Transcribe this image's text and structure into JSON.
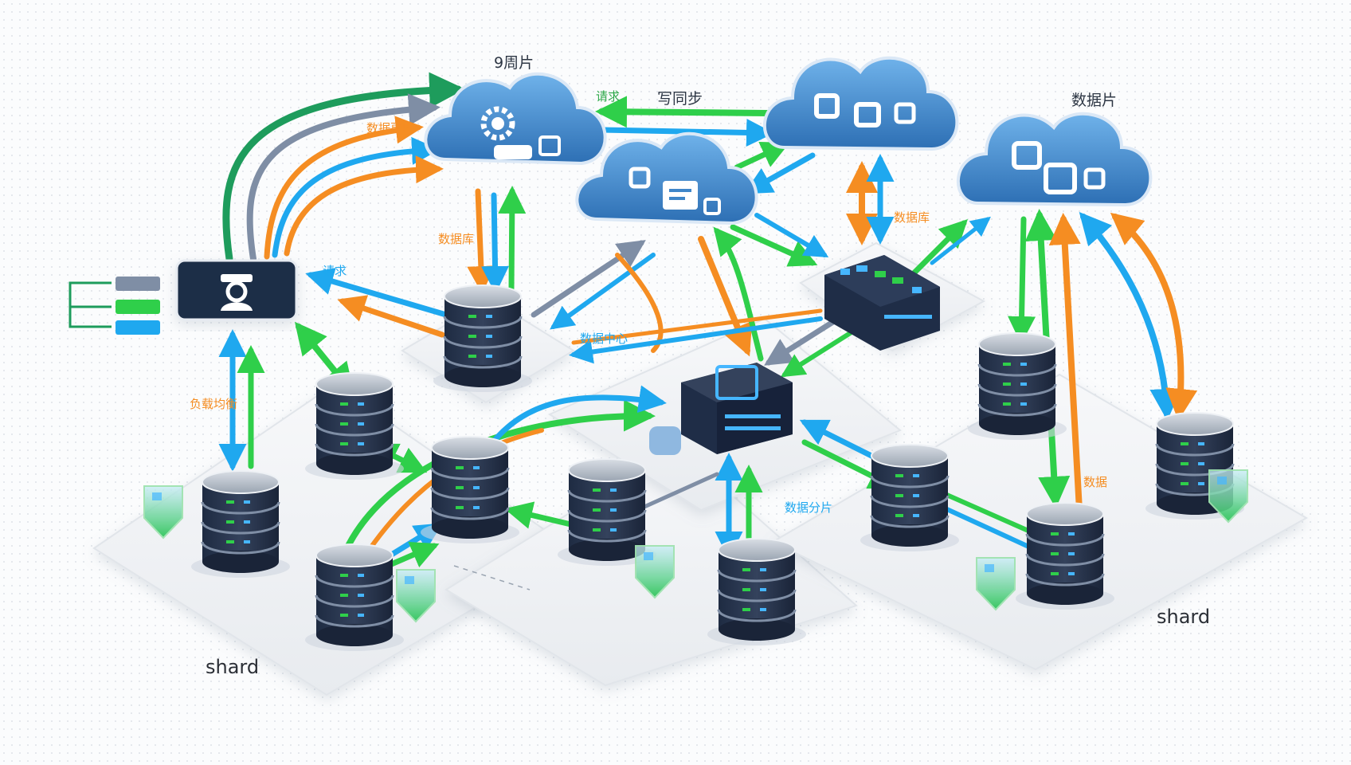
{
  "diagram": {
    "labels": {
      "top_cloud_label": "9周片",
      "write_sync": "写同步",
      "request_top": "请求",
      "db_upper_left": "数据更库",
      "db_left": "数据库",
      "request_mid": "请求",
      "db_right": "数据库",
      "right_cloud_label": "数据片",
      "load_balance": "负载均衡",
      "data_center": "数据中心",
      "data_bottom": "数据分片",
      "data_right_mid": "数据",
      "shard_left": "shard",
      "shard_right": "shard"
    }
  },
  "colors": {
    "green": "#2fcf4a",
    "blue": "#1fa8ef",
    "orange": "#f58d22",
    "dark_green": "#1e9c5c",
    "slate": "#7f8ea5",
    "cloud": "#3f86c9",
    "server_dark": "#1f2d47"
  }
}
